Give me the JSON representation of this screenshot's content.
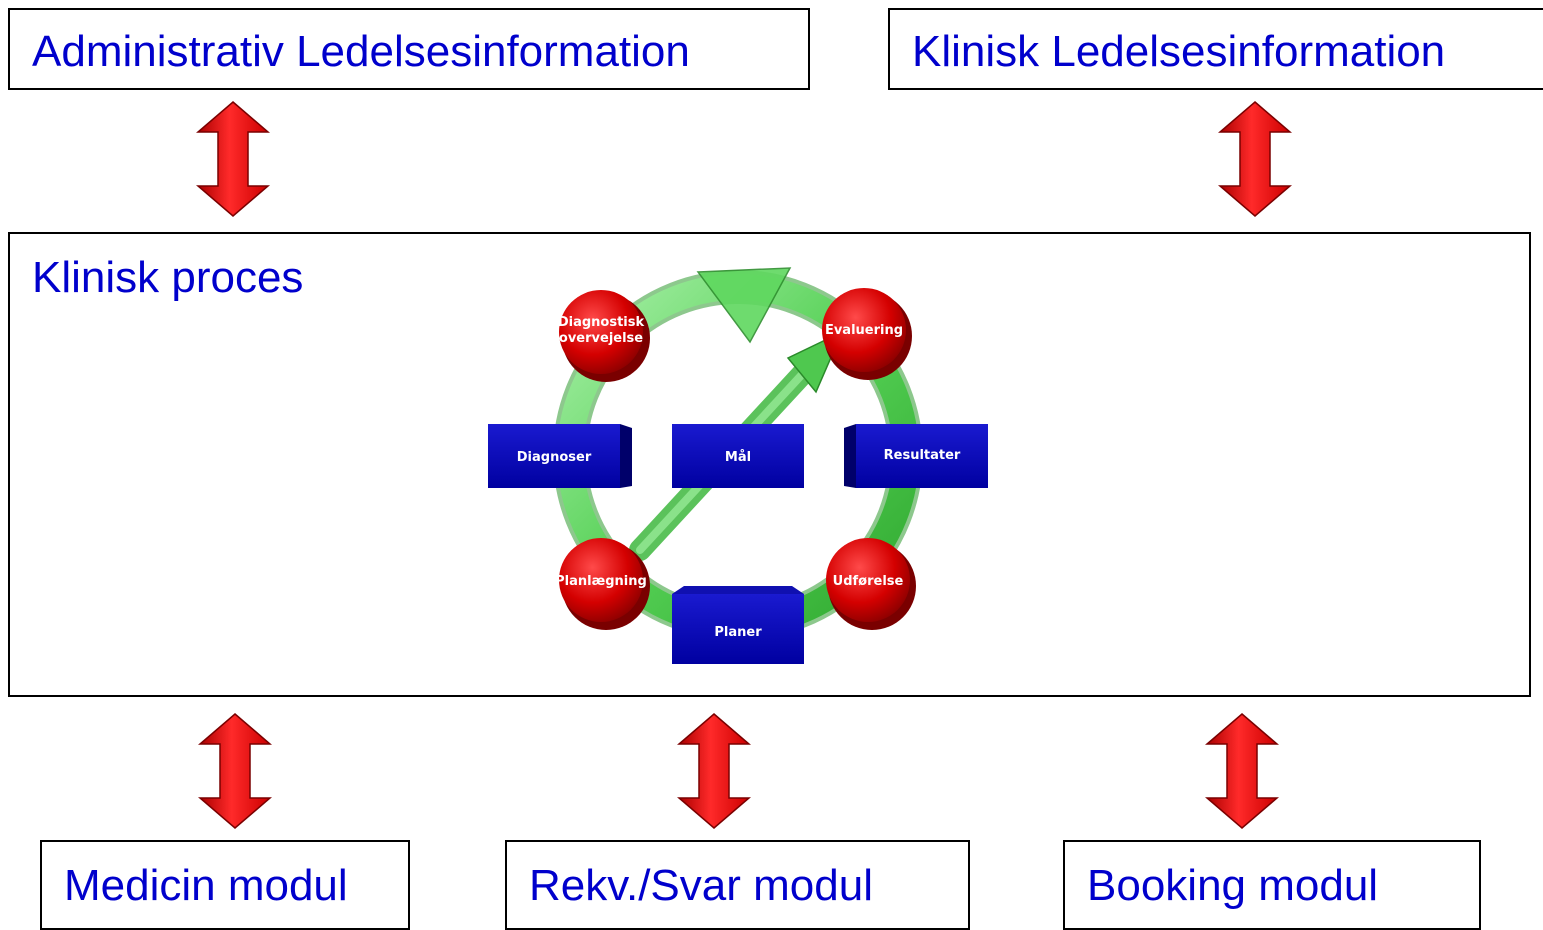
{
  "top_boxes": {
    "left": "Administrativ Ledelsesinformation",
    "right": "Klinisk Ledelsesinformation"
  },
  "center_box": {
    "title": "Klinisk proces"
  },
  "bottom_boxes": {
    "left": "Medicin modul",
    "middle": "Rekv./Svar modul",
    "right": "Booking modul"
  },
  "cycle": {
    "nodes": {
      "diagnostic_line1": "Diagnostisk",
      "diagnostic_line2": "overvejelse",
      "evaluation": "Evaluering",
      "planning": "Planlægning",
      "execution": "Udførelse"
    },
    "blocks": {
      "diagnoses": "Diagnoser",
      "goals": "Mål",
      "results": "Resultater",
      "plans": "Planer"
    }
  },
  "colors": {
    "text_blue": "#0000cc",
    "arrow_red": "#ee0000",
    "node_red": "#cc0000",
    "block_blue": "#0000bb",
    "ring_green": "#66dd66"
  }
}
